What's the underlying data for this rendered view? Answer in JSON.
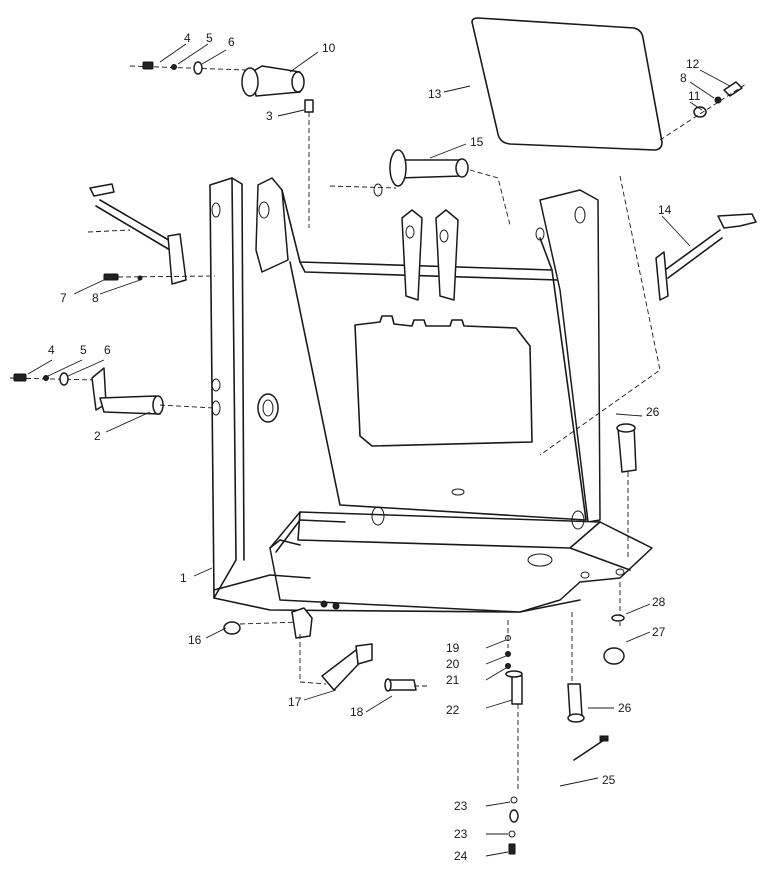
{
  "callouts": [
    {
      "label": "1"
    },
    {
      "label": "2"
    },
    {
      "label": "3"
    },
    {
      "label": "4"
    },
    {
      "label": "5"
    },
    {
      "label": "6"
    },
    {
      "label": "4"
    },
    {
      "label": "5"
    },
    {
      "label": "6"
    },
    {
      "label": "7"
    },
    {
      "label": "8"
    },
    {
      "label": "8"
    },
    {
      "label": "10"
    },
    {
      "label": "11"
    },
    {
      "label": "12"
    },
    {
      "label": "13"
    },
    {
      "label": "14"
    },
    {
      "label": "15"
    },
    {
      "label": "16"
    },
    {
      "label": "17"
    },
    {
      "label": "18"
    },
    {
      "label": "19"
    },
    {
      "label": "20"
    },
    {
      "label": "21"
    },
    {
      "label": "22"
    },
    {
      "label": "23"
    },
    {
      "label": "23"
    },
    {
      "label": "24"
    },
    {
      "label": "25"
    },
    {
      "label": "26"
    },
    {
      "label": "26"
    },
    {
      "label": "27"
    },
    {
      "label": "28"
    }
  ]
}
